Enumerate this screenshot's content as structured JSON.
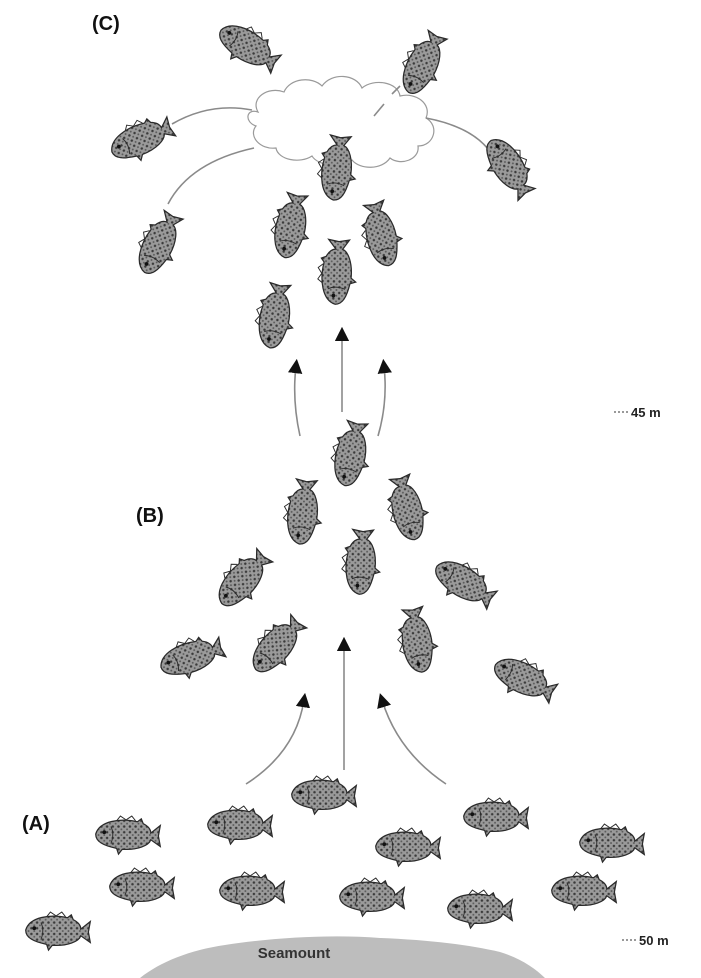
{
  "labels": {
    "panel_a": "(A)",
    "panel_b": "(B)",
    "panel_c": "(C)",
    "depth_45": "45 m",
    "depth_50": "50 m",
    "seamount": "Seamount"
  },
  "icons": {
    "fish": "fish-icon",
    "arrow": "arrowhead-icon"
  },
  "colors": {
    "fish_body": "#8c8c8c",
    "fish_outline": "#2a2a2a",
    "seamount": "#bdbdbd",
    "flow_line": "#8a8a8a",
    "arrowhead": "#111111"
  }
}
